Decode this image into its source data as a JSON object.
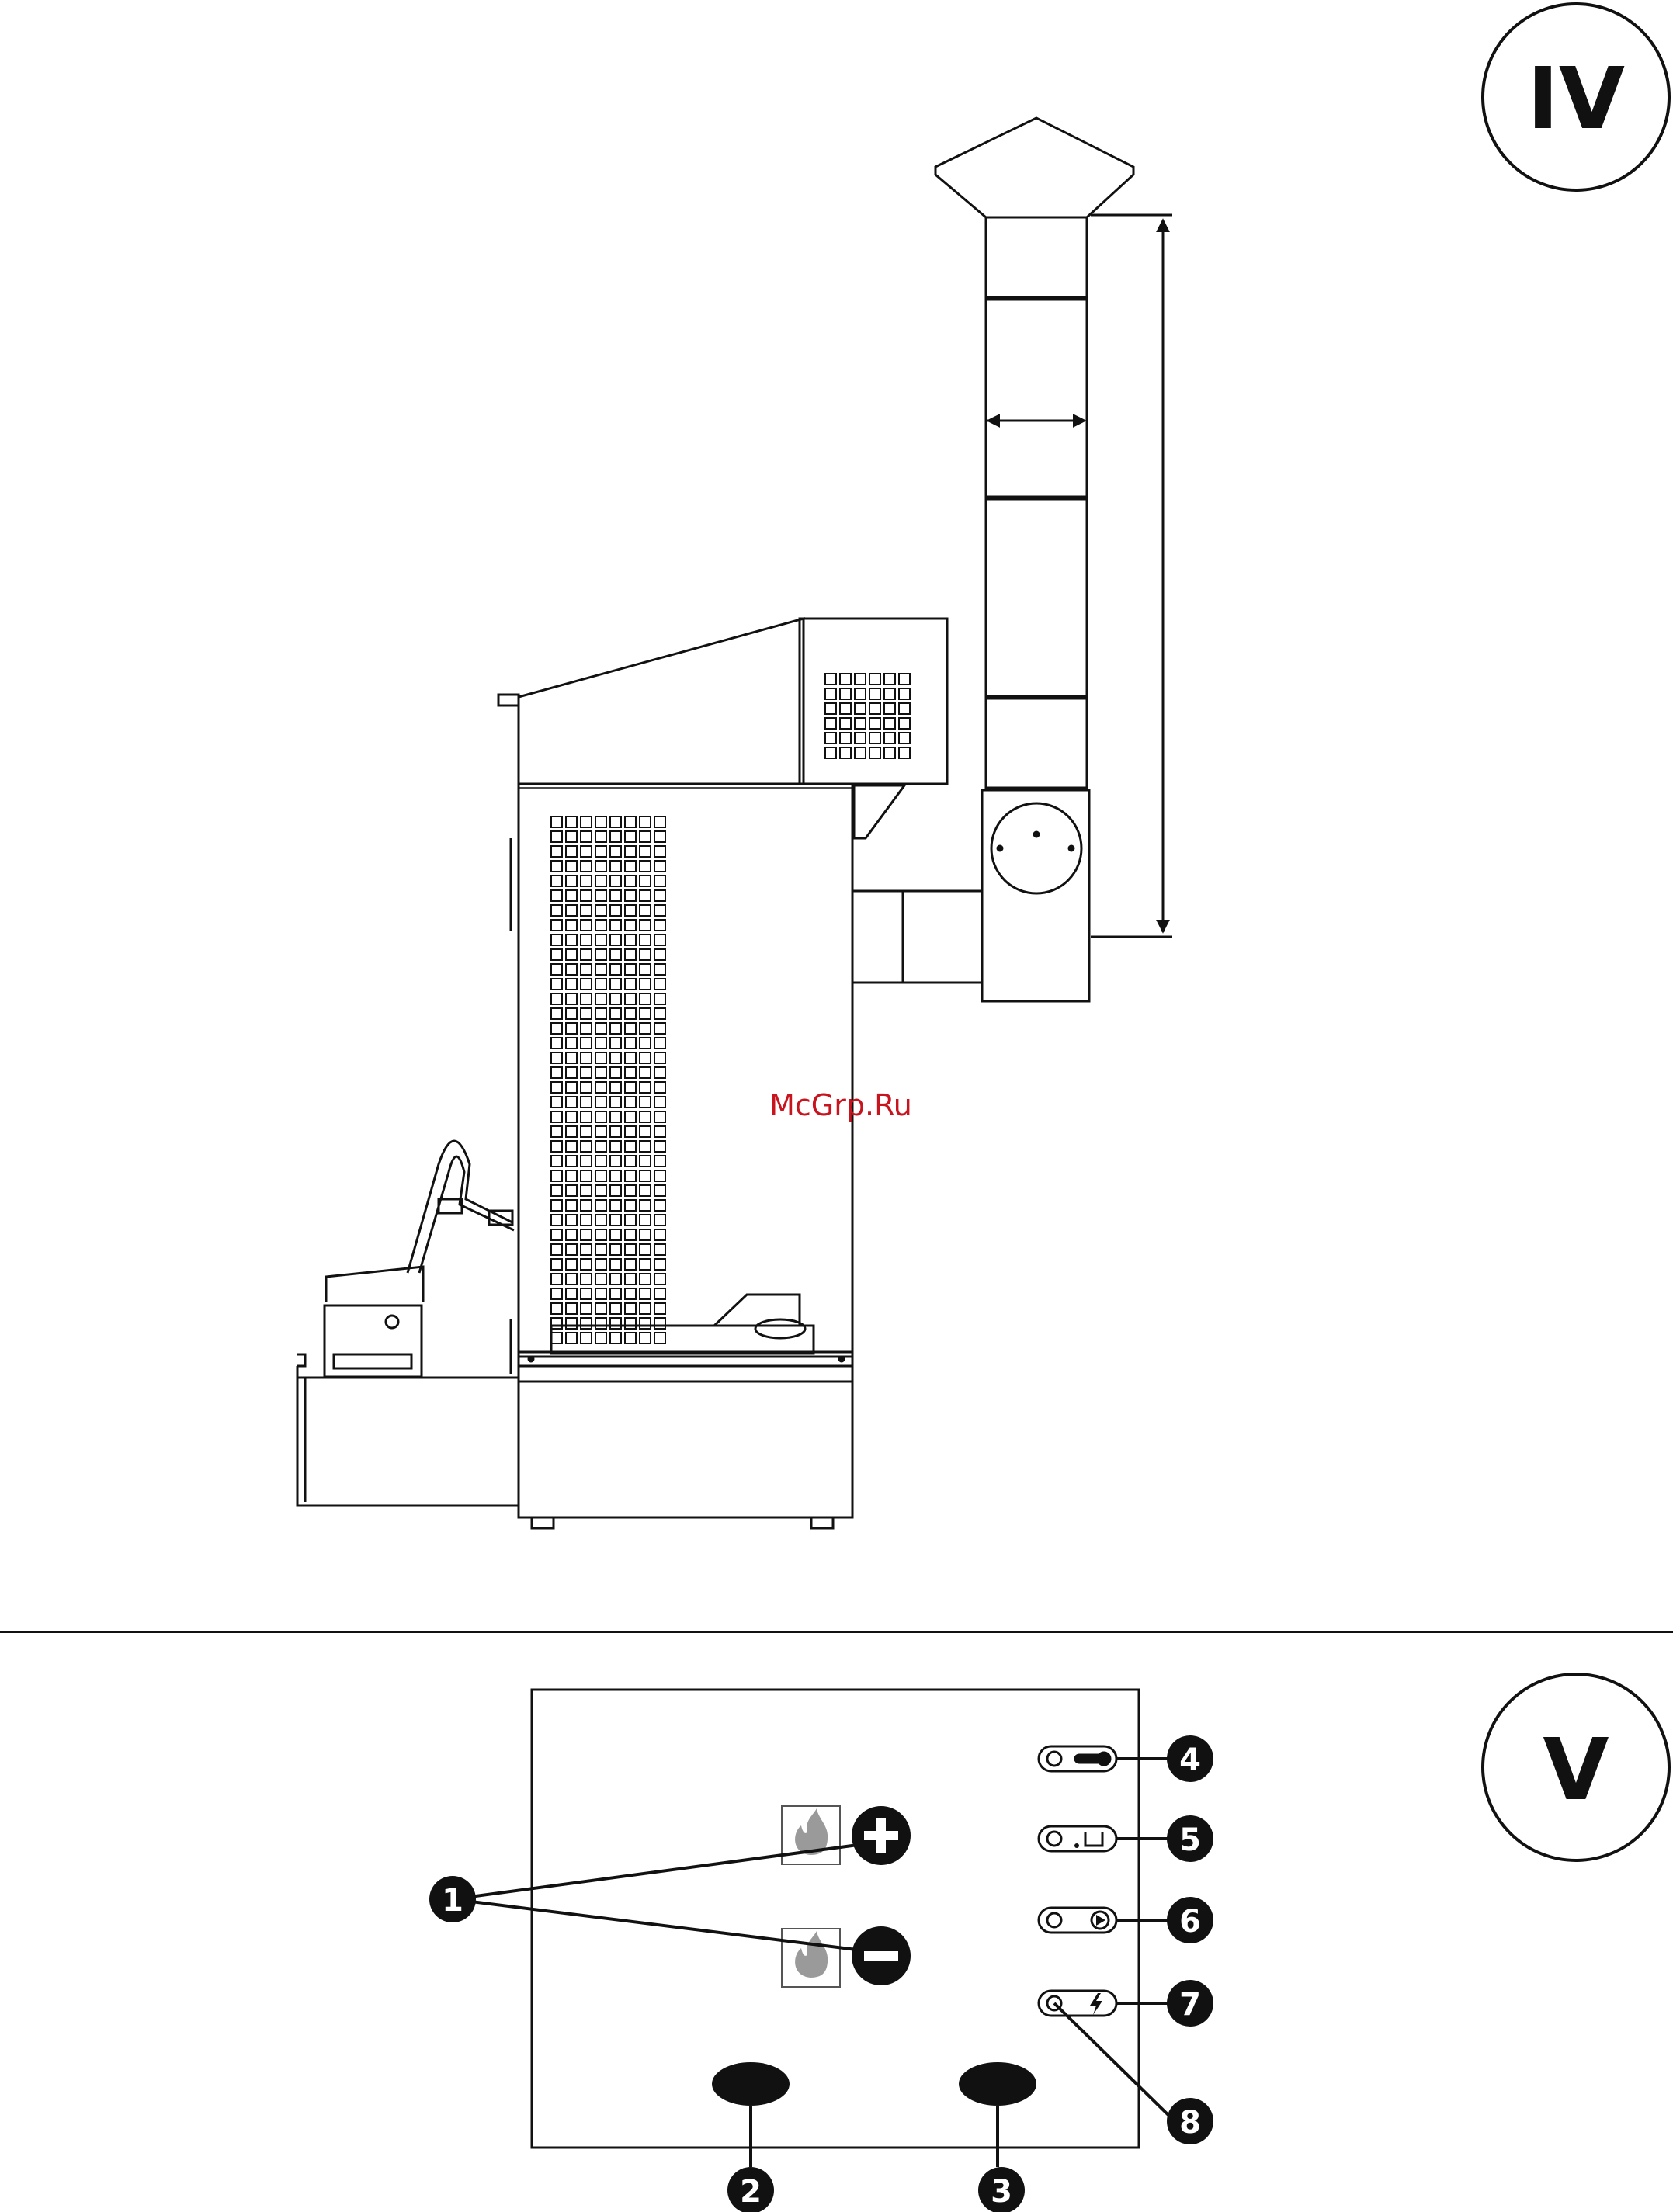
{
  "figure_iv": {
    "label": "IV"
  },
  "figure_v": {
    "label": "V",
    "callouts": [
      "1",
      "2",
      "3",
      "4",
      "5",
      "6",
      "7",
      "8"
    ]
  },
  "watermark": {
    "text": "McGrp.Ru"
  },
  "colors": {
    "ink": "#111111",
    "watermark": "#c8141e",
    "icon_gray": "#9a9a9a"
  },
  "icons": [
    "flame-plus-icon",
    "flame-minus-icon",
    "thermometer-icon",
    "timer-icon",
    "play-icon",
    "lightning-icon"
  ]
}
